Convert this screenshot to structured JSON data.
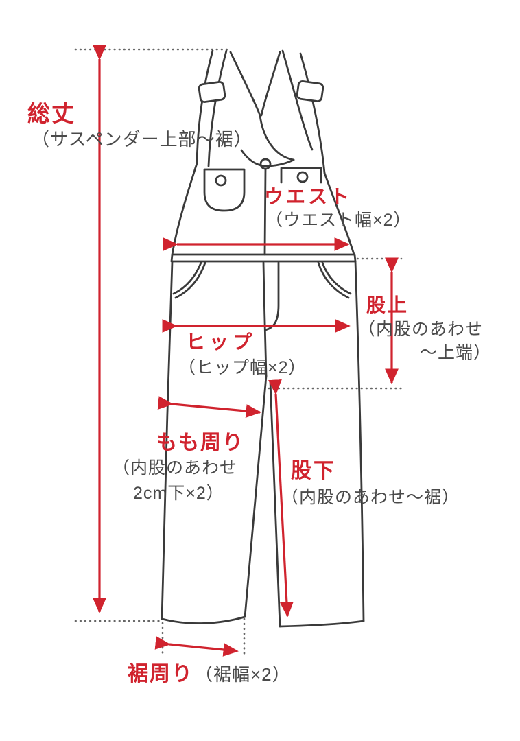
{
  "colors": {
    "accent_red": "#d0232e",
    "outline": "#3a3a3a",
    "note_text": "#4a4a4a",
    "guide_dots": "#666666",
    "background": "#ffffff"
  },
  "diagram_subject": "overalls-size-measurement-guide",
  "measurements": {
    "total_length": {
      "label": "総丈",
      "note": "（サスペンダー上部～裾）"
    },
    "waist": {
      "label": "ウエスト",
      "note": "（ウエスト幅×2）"
    },
    "rise": {
      "label": "股上",
      "note_line1": "（内股のあわせ",
      "note_line2": "～上端）"
    },
    "hip": {
      "label": "ヒップ",
      "note": "（ヒップ幅×2）"
    },
    "thigh": {
      "label": "もも周り",
      "note_line1": "（内股のあわせ",
      "note_line2": "2cm下×2）"
    },
    "inseam": {
      "label": "股下",
      "note": "（内股のあわせ～裾）"
    },
    "hem": {
      "label": "裾周り",
      "note": "（裾幅×2）"
    }
  }
}
